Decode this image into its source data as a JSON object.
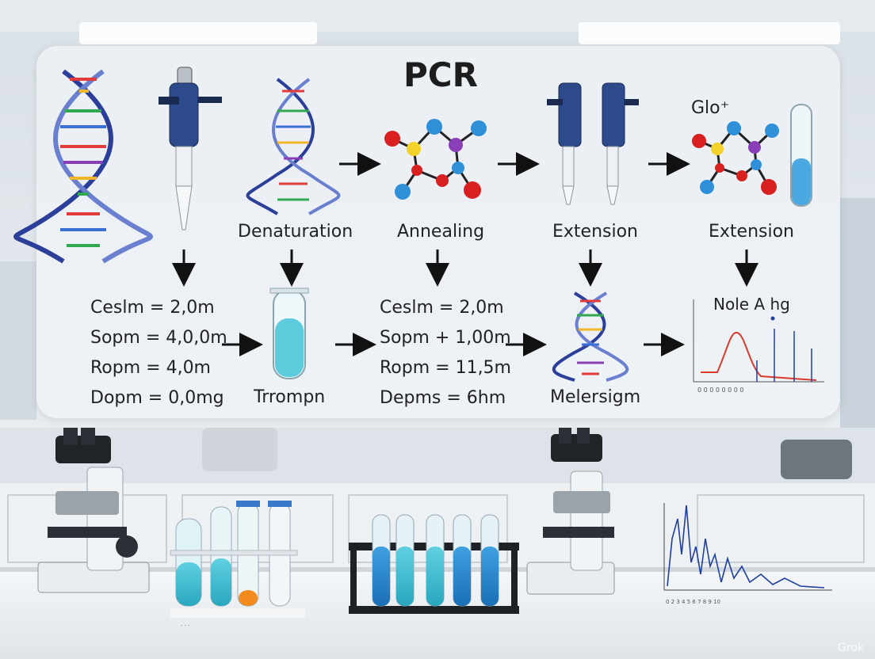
{
  "title": "PCR",
  "steps": {
    "denaturation": "Denaturation",
    "annealing": "Annealing",
    "extension_1": "Extension",
    "extension_2": "Extension"
  },
  "top_right_label": "Glo⁺",
  "equations_left": [
    "Ceslm = 2,0m",
    "Sopm = 4,0,0m",
    "Ropm =  4,0m",
    "Dopm = 0,0mg"
  ],
  "equations_mid": [
    "Ceslm = 2,0m",
    "Sopm + 1,00m",
    "Ropm = 11,5m",
    "Depms = 6hm"
  ],
  "tube_label": "Trrompn",
  "dna_label": "Melersigm",
  "graph_title": "Nole A hg",
  "watermark": "Grok",
  "colors": {
    "accent": "#1f3f8f",
    "tube_liquid": "#4fc3d6",
    "graph_line": "#d93a2b"
  }
}
